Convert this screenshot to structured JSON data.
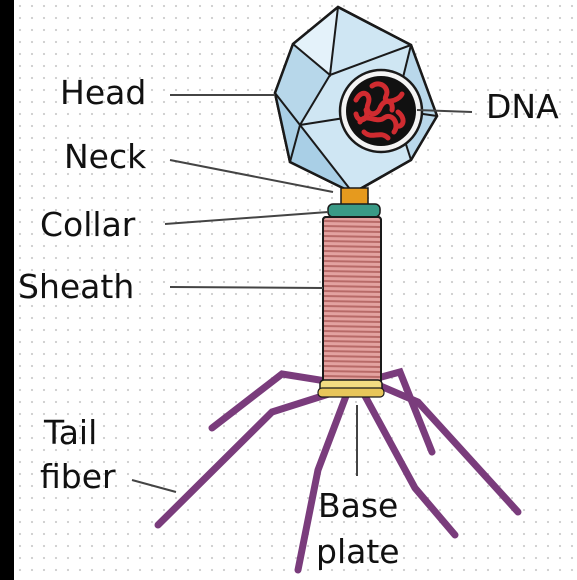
{
  "labels": {
    "head": "Head",
    "dna": "DNA",
    "neck": "Neck",
    "collar": "Collar",
    "sheath": "Sheath",
    "tail_fiber_1": "Tail",
    "tail_fiber_2": "fiber",
    "base_plate_1": "Base",
    "base_plate_2": "plate"
  },
  "colors": {
    "head_fill": "#cfe6f3",
    "head_outline": "#1a1a1a",
    "dna_fill": "#c8282d",
    "neck": "#e69a1e",
    "collar": "#3a9a86",
    "sheath": "#e3a2a0",
    "sheath_stripe": "#b86a68",
    "base_plate": "#f2dc82",
    "tail_fiber": "#7a3c7c"
  }
}
